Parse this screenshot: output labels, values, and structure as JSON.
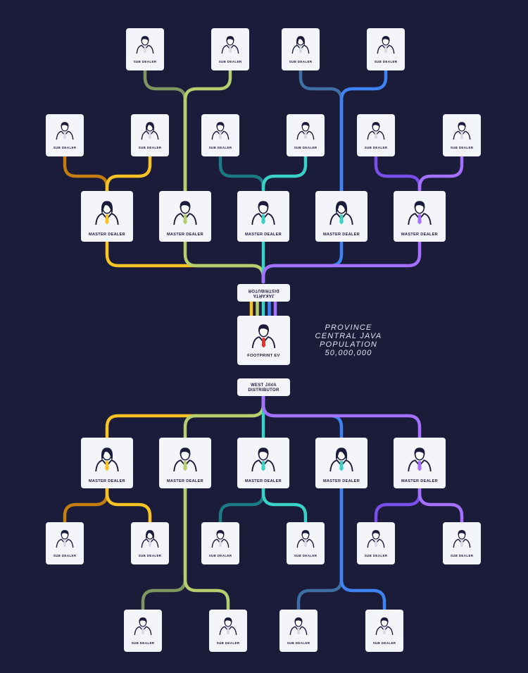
{
  "labels": {
    "sub_dealer": "SUB DEALER",
    "master_dealer": "MASTER DEALER",
    "footprint": "FOOTPRINT EV",
    "jakarta": "JAKARTA DISTRIBUTOR",
    "west_java_line1": "WEST JAVA",
    "west_java_line2": "DISTRIBUTOR"
  },
  "province": {
    "line1": "PROVINCE",
    "line2": "CENTRAL JAVA",
    "line3": "POPULATION",
    "line4": "50,000,000"
  },
  "colors": {
    "background": "#1b1b3a",
    "card": "#f4f5fb",
    "person": "#1b1b3a",
    "yellow": "#f7c325",
    "yellow_dark": "#c47d10",
    "lime": "#b6cf6e",
    "lime_dark": "#7f965f",
    "teal": "#39d2c4",
    "teal_dark": "#1b7a82",
    "blue": "#3f83f2",
    "blue_dark": "#3e6ea3",
    "purple": "#a470ff",
    "purple_dark": "#7a4ee8",
    "red_tie": "#e2362c"
  },
  "icons": {
    "person": "person-avatar-icon"
  }
}
